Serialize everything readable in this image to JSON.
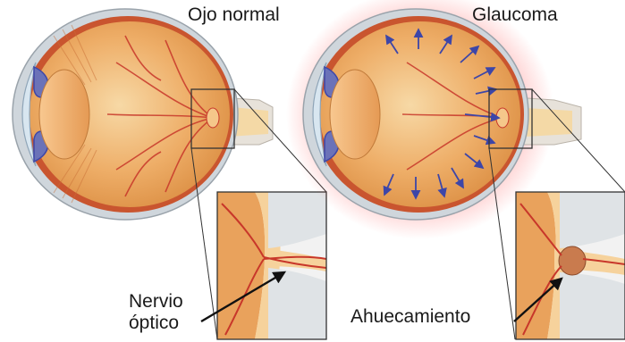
{
  "titles": {
    "normal": "Ojo normal",
    "glaucoma": "Glaucoma"
  },
  "callouts": {
    "optic_nerve_line1": "Nervio",
    "optic_nerve_line2": "óptico",
    "cupping": "Ahuecamiento"
  },
  "colors": {
    "sclera": "#cfd6dc",
    "retina": "#e9a25c",
    "retina_light": "#f6d29c",
    "vessel": "#c8372a",
    "pressure_arrow": "#3d46a8",
    "glaucoma_glow": "#ff5a5a",
    "inset_border": "#333333"
  },
  "icons": {
    "pressure": "arrow-icon",
    "pointer": "arrow-pointer-icon"
  }
}
